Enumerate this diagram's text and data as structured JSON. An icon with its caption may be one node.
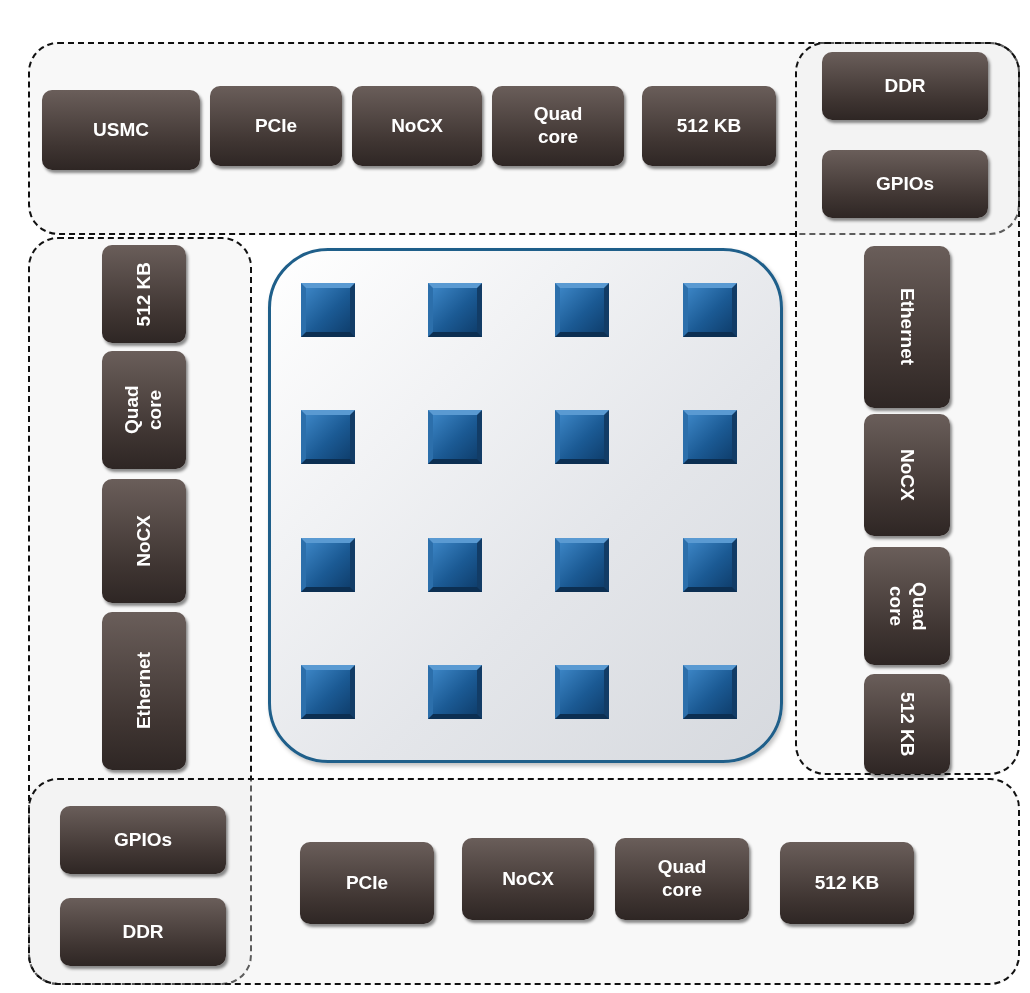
{
  "diagram": {
    "nodes": [
      {
        "text": [],
        "shape": "box"
      },
      {
        "text": [
          "USMC"
        ],
        "in": 0
      },
      {
        "text": [
          "PCIe"
        ],
        "in": 0
      },
      {
        "text": [
          "NoCX"
        ],
        "in": 0
      },
      {
        "text": [
          "Quad core"
        ],
        "in": 0
      },
      {
        "text": [
          "512 KB"
        ],
        "in": 0
      },
      {
        "text": [],
        "shape": "box"
      },
      {
        "text": [
          "DDR"
        ]
      },
      {
        "text": [
          "GPIOs"
        ]
      },
      {
        "text": [],
        "shape": "box"
      },
      {
        "text": [
          "512 KB"
        ],
        "in": 9
      },
      {
        "text": [
          "Quad core"
        ],
        "in": 9
      },
      {
        "text": [
          "NoCX"
        ],
        "in": 9
      },
      {
        "text": [
          "Ethernet"
        ],
        "in": 9
      },
      {
        "text": [],
        "shape": "box"
      },
      {
        "text": [],
        "shape": "box",
        "in": 14
      },
      {
        "text": [],
        "shape": "box",
        "in": 14
      },
      {
        "text": [],
        "shape": "box",
        "in": 14
      },
      {
        "text": [],
        "shape": "box",
        "in": 14
      },
      {
        "text": [],
        "shape": "box",
        "in": 14
      },
      {
        "text": [],
        "shape": "box",
        "in": 14
      },
      {
        "text": [],
        "shape": "box",
        "in": 14
      },
      {
        "text": [],
        "shape": "box",
        "in": 14
      },
      {
        "text": [],
        "shape": "box",
        "in": 14
      },
      {
        "text": [],
        "shape": "box",
        "in": 14
      },
      {
        "text": [],
        "shape": "box",
        "in": 14
      },
      {
        "text": [],
        "shape": "box",
        "in": 14
      },
      {
        "text": [],
        "shape": "box",
        "in": 14
      },
      {
        "text": [],
        "shape": "box",
        "in": 14
      },
      {
        "text": [],
        "shape": "box",
        "in": 14
      },
      {
        "text": [],
        "shape": "box",
        "in": 14
      },
      {
        "text": [
          "Ethernet"
        ],
        "in": 6
      },
      {
        "text": [
          "NoCX"
        ],
        "in": 6
      },
      {
        "text": [
          "Quad core"
        ],
        "in": 6
      },
      {
        "text": [
          "512 KB"
        ],
        "in": 6
      },
      {
        "text": [],
        "shape": "box"
      },
      {
        "text": [
          "GPIOs"
        ]
      },
      {
        "text": [
          "DDR"
        ]
      },
      {
        "text": [
          "PCIe"
        ],
        "in": 35
      },
      {
        "text": [
          "NoCX"
        ],
        "in": 35
      },
      {
        "text": [
          "Quad core"
        ],
        "in": 35
      },
      {
        "text": [
          "512 KB"
        ],
        "in": 35
      }
    ],
    "edges": []
  }
}
